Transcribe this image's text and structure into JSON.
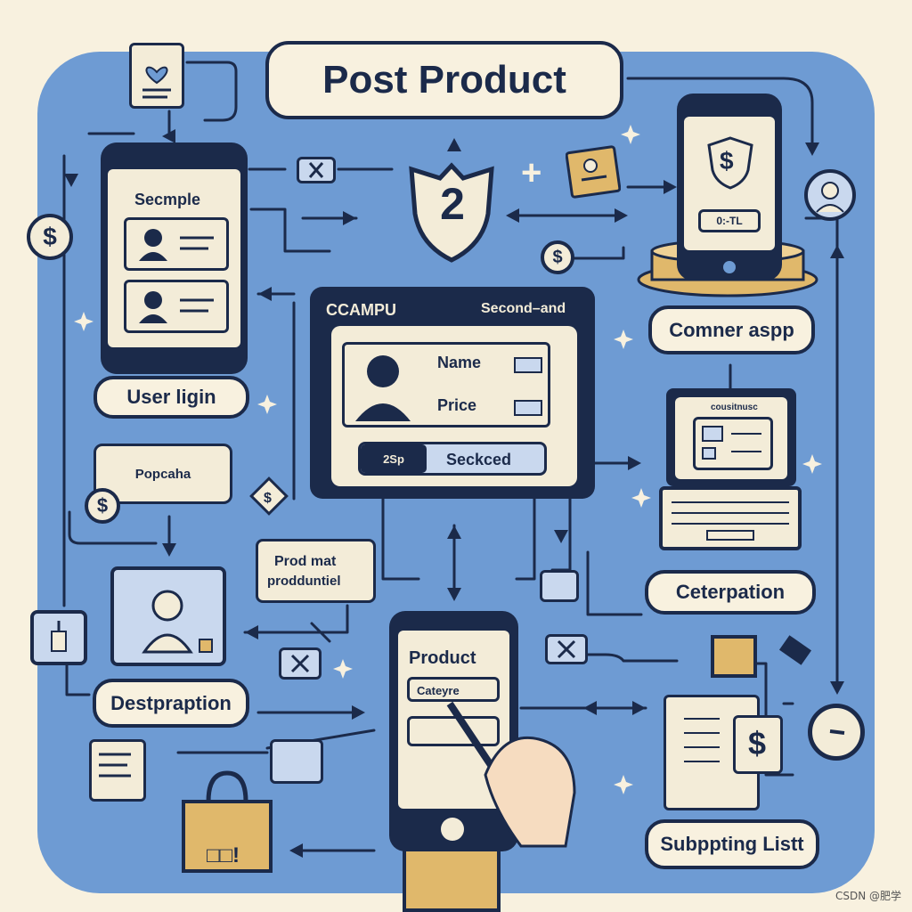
{
  "title": "Post Product",
  "badge_number": "2",
  "labels": {
    "user_login": "User ligin",
    "comer_app": "Comner aspp",
    "ceterpation": "Ceterpation",
    "destpraption": "Destpraption",
    "subppting_list": "Subppting Listt",
    "popcha": "Popcaha",
    "prod_mat": "Prod mat",
    "produntiel": "prodduntiel"
  },
  "left_tablet": {
    "heading": "Secmple"
  },
  "center_panel": {
    "brand": "CCAMPU",
    "mode": "Second–and",
    "field_name": "Name",
    "field_price": "Price",
    "toggle_left": "2Sp",
    "toggle_right": "Seckced"
  },
  "product_phone": {
    "heading": "Product",
    "field": "Cateyre"
  },
  "laptop_screen_text": "cousitnusc",
  "phone_screen_text": "0:-TL",
  "dollar_symbol": "$",
  "watermark": "CSDN @肥学",
  "colors": {
    "board": "#6e9bd3",
    "navy": "#1b2a4a",
    "cream": "#f3ecd8",
    "tan": "#e0b86b"
  }
}
